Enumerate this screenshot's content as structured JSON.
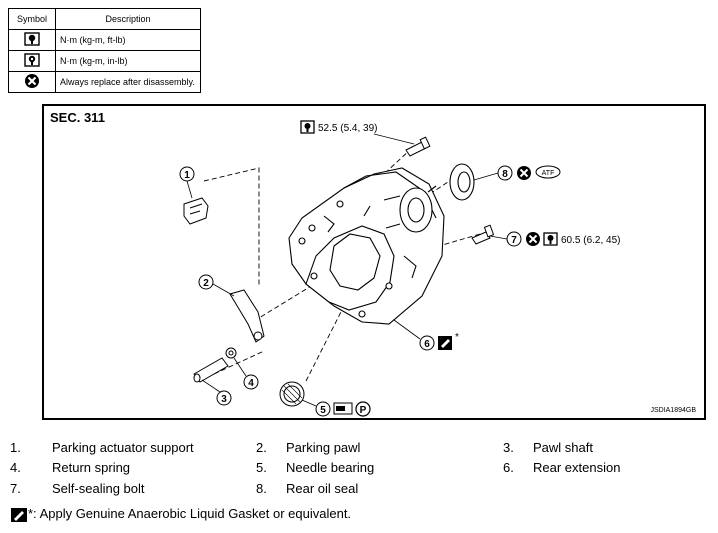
{
  "legend": {
    "header_symbol": "Symbol",
    "header_description": "Description",
    "rows": [
      {
        "icon": "torque-wrench-icon",
        "text": "N·m (kg-m, ft-lb)"
      },
      {
        "icon": "torque-wrench-small-icon",
        "text": "N·m (kg-m, in-lb)"
      },
      {
        "icon": "always-replace-icon",
        "text": "Always replace after disassembly."
      }
    ]
  },
  "figure": {
    "section": "SEC. 311",
    "figure_id": "JSDIA1894GB",
    "torque_top": "52.5 (5.4, 39)",
    "torque_bolt": "60.5 (6.2, 45)",
    "atf_label": "ATF",
    "asterisk": "*",
    "callouts": [
      "1",
      "2",
      "3",
      "4",
      "5",
      "6",
      "7",
      "8"
    ],
    "p_label": "P"
  },
  "parts": [
    {
      "num": "1.",
      "name": "Parking actuator support"
    },
    {
      "num": "2.",
      "name": "Parking pawl"
    },
    {
      "num": "3.",
      "name": "Pawl shaft"
    },
    {
      "num": "4.",
      "name": "Return spring"
    },
    {
      "num": "5.",
      "name": "Needle bearing"
    },
    {
      "num": "6.",
      "name": "Rear extension"
    },
    {
      "num": "7.",
      "name": "Self-sealing bolt"
    },
    {
      "num": "8.",
      "name": "Rear oil seal"
    }
  ],
  "note": {
    "icon": "gasket-icon",
    "text": "*: Apply Genuine Anaerobic Liquid Gasket or equivalent."
  }
}
